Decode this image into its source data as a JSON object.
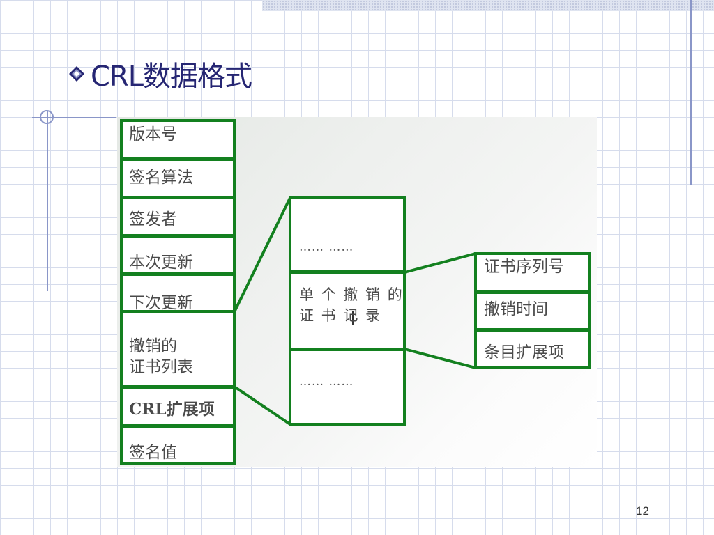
{
  "slide": {
    "title": "CRL数据格式",
    "page_number": "12"
  },
  "crl_fields": [
    {
      "label": "版本号"
    },
    {
      "label": "签名算法"
    },
    {
      "label": "签发者"
    },
    {
      "label": "本次更新"
    },
    {
      "label": "下次更新"
    },
    {
      "label": "撤销的\n证书列表"
    },
    {
      "label": "CRL扩展项"
    },
    {
      "label": "签名值"
    }
  ],
  "revoked_list": [
    {
      "label": "…… ……"
    },
    {
      "label": "单 个 撤 销 的\n证 书 记 录"
    },
    {
      "label": "…… ……"
    }
  ],
  "revoked_entry": [
    {
      "label": "证书序列号"
    },
    {
      "label": "撤销时间"
    },
    {
      "label": "条目扩展项"
    }
  ],
  "colors": {
    "box_border": "#13801f",
    "title": "#262673",
    "grid": "#d6dcec"
  }
}
